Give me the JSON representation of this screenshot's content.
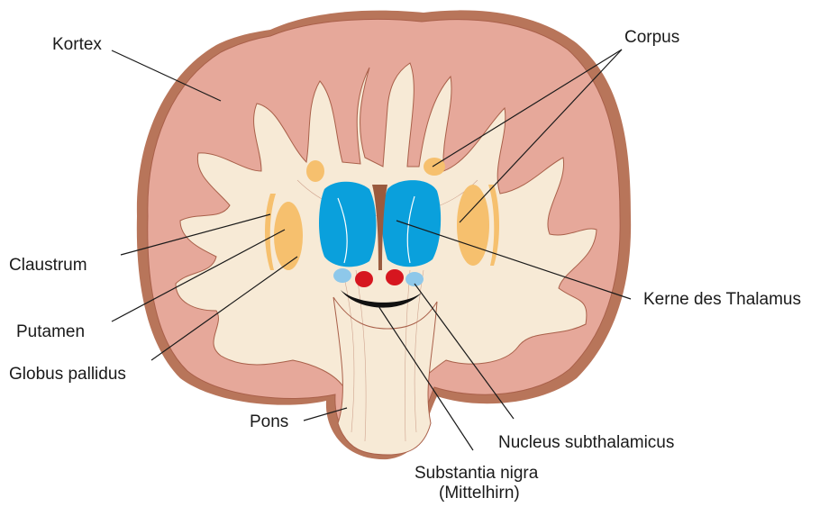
{
  "labels": {
    "kortex": "Kortex",
    "corpus": "Corpus",
    "claustrum": "Claustrum",
    "putamen": "Putamen",
    "globus_pallidus": "Globus pallidus",
    "pons": "Pons",
    "kerne_thalamus": "Kerne des Thalamus",
    "nucleus_subthalamicus": "Nucleus subthalamicus",
    "substantia_nigra_line1": "Substantia nigra",
    "substantia_nigra_line2": "(Mittelhirn)"
  },
  "colors": {
    "cortex_outer": "#b8755a",
    "cortex_gyri": "#e6a89a",
    "white_matter": "#f7ead6",
    "gyrus_outline": "#a9604a",
    "basal_ganglia": "#f6c06e",
    "thalamus": "#0aa0dc",
    "subthalamic": "#8ec8ea",
    "red_nucleus": "#d6161f",
    "substantia_nigra": "#111111"
  }
}
